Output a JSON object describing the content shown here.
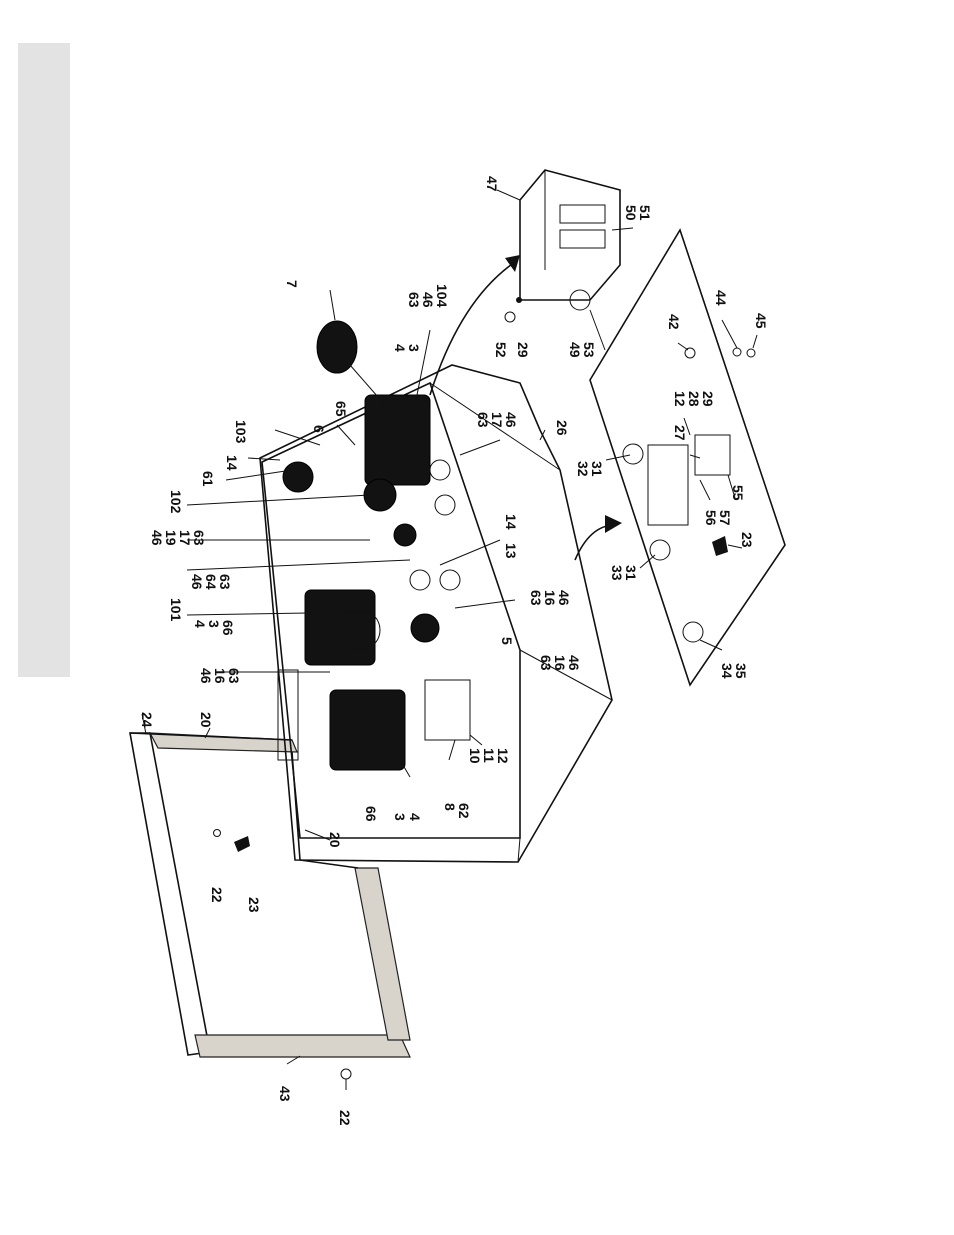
{
  "figure": {
    "colors": {
      "ink": "#111111",
      "tab": "#e3e3e3",
      "foam": "#d8d4cc",
      "knob": "#121212"
    }
  },
  "callouts": [
    {
      "id": "c1",
      "text": "24"
    },
    {
      "id": "c2",
      "text": "20"
    },
    {
      "id": "c3",
      "text": "43"
    },
    {
      "id": "c4",
      "text": "22"
    },
    {
      "id": "c5",
      "text": "22"
    },
    {
      "id": "c6",
      "text": "23"
    },
    {
      "id": "c7",
      "text": "20"
    },
    {
      "id": "c8",
      "text": "66"
    },
    {
      "id": "c9",
      "text": "3"
    },
    {
      "id": "c10",
      "text": "4"
    },
    {
      "id": "c11",
      "text": "8"
    },
    {
      "id": "c12",
      "text": "62"
    },
    {
      "id": "c13",
      "text": "10"
    },
    {
      "id": "c14",
      "text": "11"
    },
    {
      "id": "c15",
      "text": "12"
    },
    {
      "id": "c16",
      "text": "46"
    },
    {
      "id": "c17",
      "text": "16"
    },
    {
      "id": "c18",
      "text": "63"
    },
    {
      "id": "c19",
      "text": "4"
    },
    {
      "id": "c20",
      "text": "3"
    },
    {
      "id": "c21",
      "text": "66"
    },
    {
      "id": "c22",
      "text": "101"
    },
    {
      "id": "c23",
      "text": "46"
    },
    {
      "id": "c24",
      "text": "64"
    },
    {
      "id": "c25",
      "text": "63"
    },
    {
      "id": "c26",
      "text": "46"
    },
    {
      "id": "c27",
      "text": "19"
    },
    {
      "id": "c28",
      "text": "17"
    },
    {
      "id": "c29",
      "text": "63"
    },
    {
      "id": "c30",
      "text": "102"
    },
    {
      "id": "c31",
      "text": "61"
    },
    {
      "id": "c32",
      "text": "14"
    },
    {
      "id": "c33",
      "text": "103"
    },
    {
      "id": "c34",
      "text": "6"
    },
    {
      "id": "c35",
      "text": "65"
    },
    {
      "id": "c36",
      "text": "7"
    },
    {
      "id": "c37",
      "text": "63"
    },
    {
      "id": "c38",
      "text": "46"
    },
    {
      "id": "c39",
      "text": "104"
    },
    {
      "id": "c40",
      "text": "4"
    },
    {
      "id": "c41",
      "text": "3"
    },
    {
      "id": "c42",
      "text": "63"
    },
    {
      "id": "c43",
      "text": "17"
    },
    {
      "id": "c44",
      "text": "46"
    },
    {
      "id": "c45",
      "text": "26"
    },
    {
      "id": "c46",
      "text": "14"
    },
    {
      "id": "c47",
      "text": "13"
    },
    {
      "id": "c48",
      "text": "63"
    },
    {
      "id": "c49",
      "text": "16"
    },
    {
      "id": "c50",
      "text": "46"
    },
    {
      "id": "c51",
      "text": "5"
    },
    {
      "id": "c52",
      "text": "63"
    },
    {
      "id": "c53",
      "text": "16"
    },
    {
      "id": "c54",
      "text": "46"
    },
    {
      "id": "c55",
      "text": "47"
    },
    {
      "id": "c56",
      "text": "50"
    },
    {
      "id": "c57",
      "text": "51"
    },
    {
      "id": "c58",
      "text": "52"
    },
    {
      "id": "c59",
      "text": "29"
    },
    {
      "id": "c60",
      "text": "49"
    },
    {
      "id": "c61",
      "text": "53"
    },
    {
      "id": "c62",
      "text": "42"
    },
    {
      "id": "c63",
      "text": "44"
    },
    {
      "id": "c64",
      "text": "45"
    },
    {
      "id": "c65",
      "text": "12"
    },
    {
      "id": "c66",
      "text": "28"
    },
    {
      "id": "c67",
      "text": "29"
    },
    {
      "id": "c68",
      "text": "27"
    },
    {
      "id": "c69",
      "text": "32"
    },
    {
      "id": "c70",
      "text": "31"
    },
    {
      "id": "c71",
      "text": "56"
    },
    {
      "id": "c72",
      "text": "57"
    },
    {
      "id": "c73",
      "text": "55"
    },
    {
      "id": "c74",
      "text": "33"
    },
    {
      "id": "c75",
      "text": "31"
    },
    {
      "id": "c76",
      "text": "23"
    },
    {
      "id": "c77",
      "text": "34"
    },
    {
      "id": "c78",
      "text": "35"
    }
  ]
}
